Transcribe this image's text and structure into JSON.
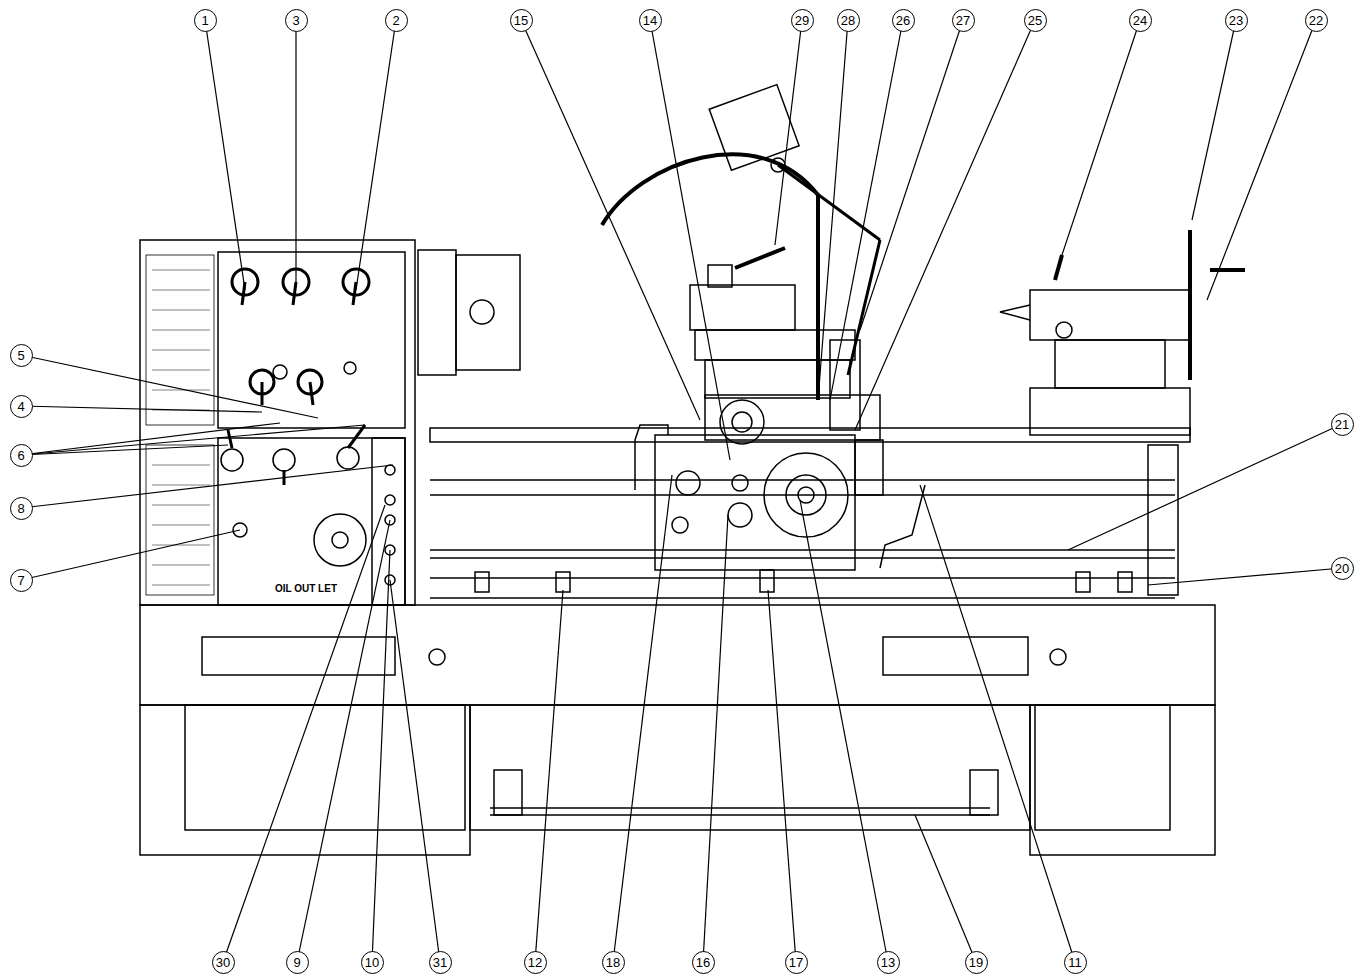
{
  "diagram": {
    "nodes": [
      {
        "text": [
          "1"
        ]
      },
      {
        "text": [
          "3"
        ]
      },
      {
        "text": [
          "2"
        ]
      },
      {
        "text": [
          "15"
        ]
      },
      {
        "text": [
          "14"
        ]
      },
      {
        "text": [
          "29"
        ]
      },
      {
        "text": [
          "28"
        ]
      },
      {
        "text": [
          "26"
        ]
      },
      {
        "text": [
          "27"
        ]
      },
      {
        "text": [
          "25"
        ]
      },
      {
        "text": [
          "24"
        ]
      },
      {
        "text": [
          "23"
        ]
      },
      {
        "text": [
          "22"
        ]
      },
      {
        "text": [
          "5"
        ]
      },
      {
        "text": [
          "4"
        ]
      },
      {
        "text": [
          "6"
        ]
      },
      {
        "text": [
          "8"
        ]
      },
      {
        "text": [
          "7"
        ]
      },
      {
        "text": [
          "21"
        ]
      },
      {
        "text": [
          "20"
        ]
      },
      {
        "text": [
          "30"
        ]
      },
      {
        "text": [
          "9"
        ]
      },
      {
        "text": [
          "10"
        ]
      },
      {
        "text": [
          "31"
        ]
      },
      {
        "text": [
          "12"
        ]
      },
      {
        "text": [
          "18"
        ]
      },
      {
        "text": [
          "16"
        ]
      },
      {
        "text": [
          "17"
        ]
      },
      {
        "text": [
          "13"
        ]
      },
      {
        "text": [
          "19"
        ]
      },
      {
        "text": [
          "11"
        ]
      }
    ],
    "labels": [
      "OIL OUT LET"
    ]
  }
}
